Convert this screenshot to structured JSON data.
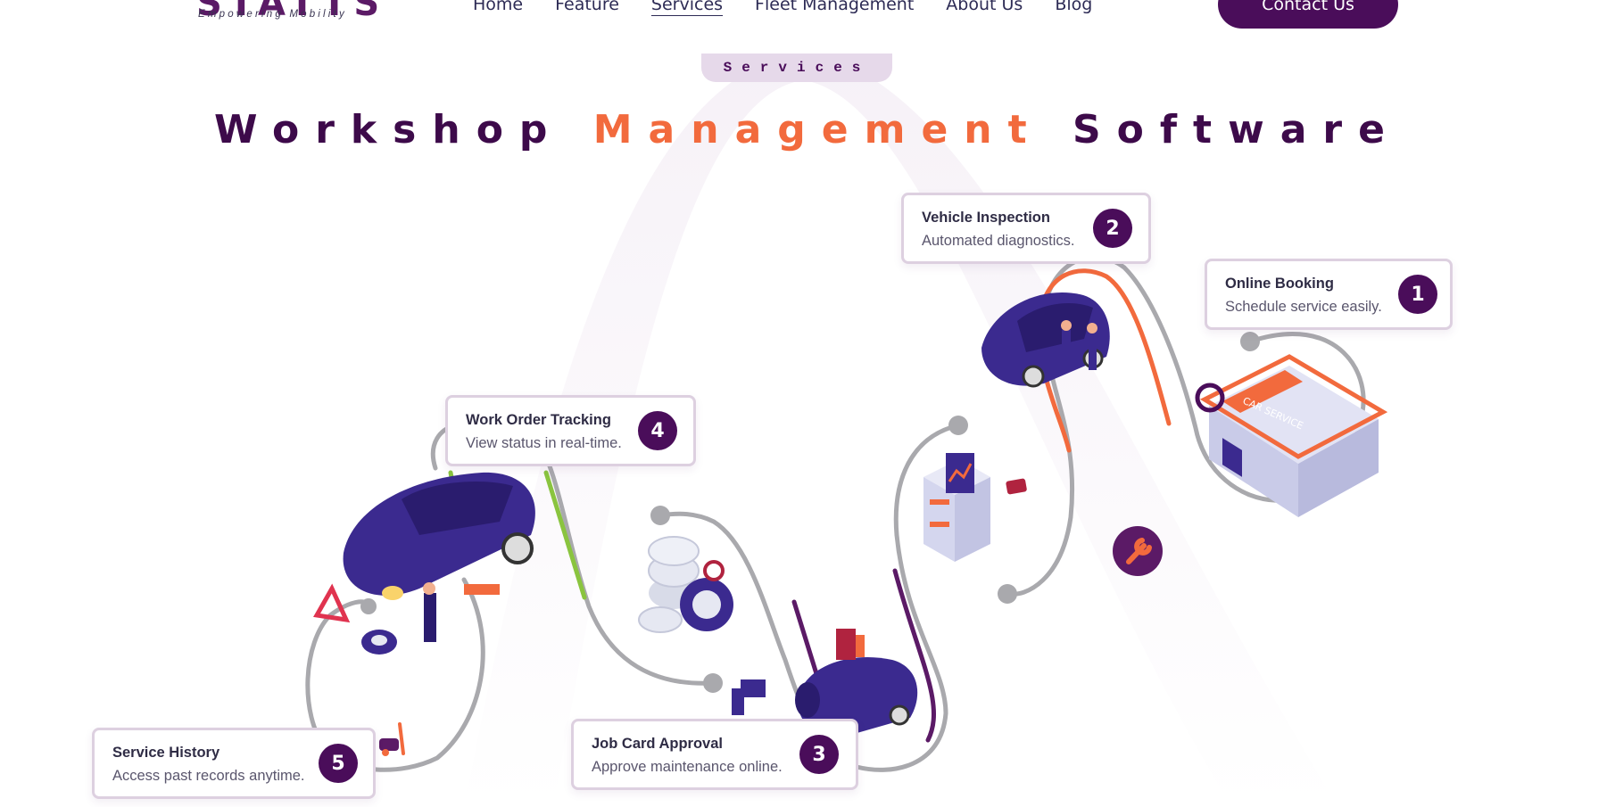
{
  "header": {
    "logo_text": "STATTS",
    "logo_tagline": "Empowering  Mobility",
    "nav": [
      {
        "label": "Home"
      },
      {
        "label": "Feature"
      },
      {
        "label": "Services"
      },
      {
        "label": "Fleet Management"
      },
      {
        "label": "About Us"
      },
      {
        "label": "Blog"
      }
    ],
    "active_nav": "Services",
    "contact_label": "Contact Us"
  },
  "hero": {
    "pill": "Services",
    "title_part1": "Workshop",
    "title_part2": "Management",
    "title_part3": "Software"
  },
  "steps": [
    {
      "num": "1",
      "title": "Online Booking",
      "desc": "Schedule service easily."
    },
    {
      "num": "2",
      "title": "Vehicle Inspection",
      "desc": "Automated diagnostics."
    },
    {
      "num": "3",
      "title": "Job Card Approval",
      "desc": "Approve maintenance online."
    },
    {
      "num": "4",
      "title": "Work Order Tracking",
      "desc": "View status in real-time."
    },
    {
      "num": "5",
      "title": "Service History",
      "desc": "Access past records anytime."
    }
  ],
  "illustration": {
    "shop_sign": "CAR SERVICE"
  },
  "colors": {
    "brand_purple": "#4a0d5a",
    "accent_orange": "#f26a3d",
    "car_blue": "#3b2a8f",
    "track_gray": "#a9a9ad"
  }
}
